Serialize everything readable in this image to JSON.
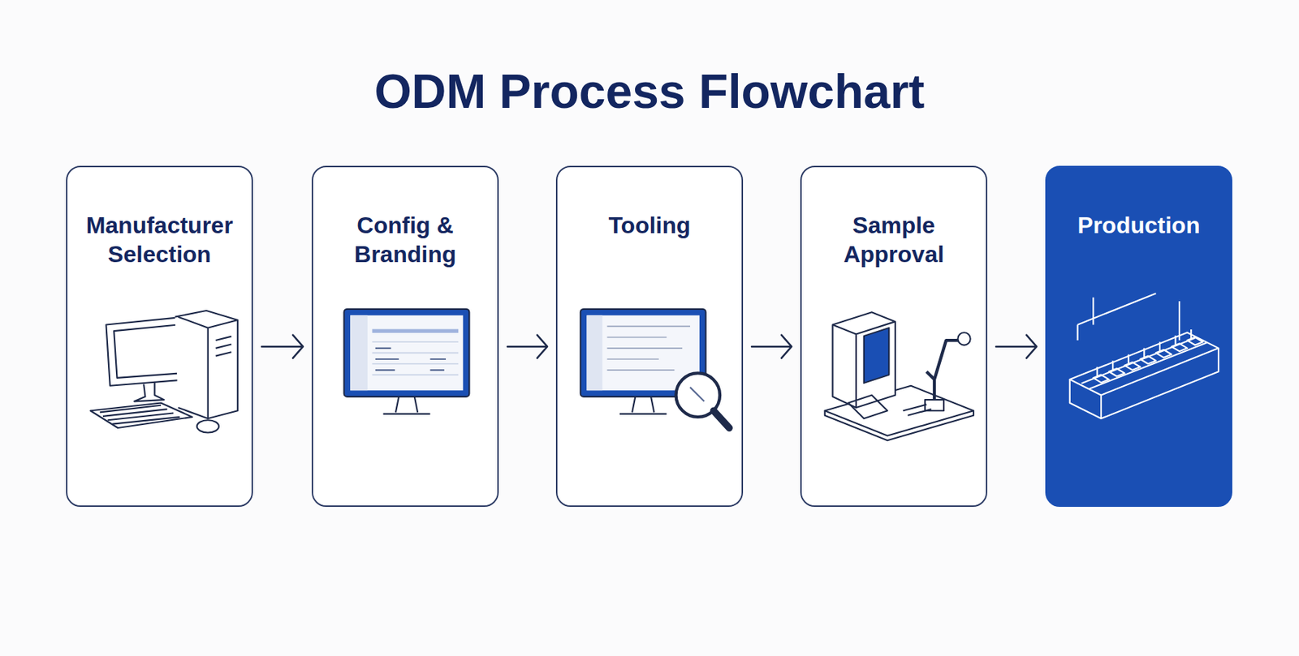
{
  "diagram": {
    "title": "ODM Process Flowchart",
    "nodes": [
      {
        "text": [
          "Manufacturer Selection"
        ]
      },
      {
        "text": [
          "Config & Branding"
        ]
      },
      {
        "text": [
          "Tooling"
        ]
      },
      {
        "text": [
          "Sample Approval"
        ]
      },
      {
        "text": [
          "Production"
        ]
      }
    ],
    "edges": [
      {
        "from": 0,
        "to": 1,
        "arrow": "to"
      },
      {
        "from": 1,
        "to": 2,
        "arrow": "to"
      },
      {
        "from": 2,
        "to": 3,
        "arrow": "to"
      },
      {
        "from": 3,
        "to": 4,
        "arrow": "to"
      }
    ]
  }
}
